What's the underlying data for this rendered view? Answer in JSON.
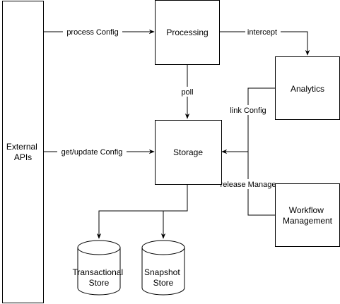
{
  "nodes": {
    "external_apis": [
      "External",
      "APIs"
    ],
    "processing": [
      "Processing"
    ],
    "analytics": [
      "Analytics"
    ],
    "storage": [
      "Storage"
    ],
    "workflow_management": [
      "Workflow",
      "Management"
    ],
    "transactional_store": [
      "Transactional",
      "Store"
    ],
    "snapshot_store": [
      "Snapshot",
      "Store"
    ]
  },
  "edges": {
    "process_config": "process Config",
    "intercept": "intercept",
    "poll": "poll",
    "link_config": "link Config",
    "get_update_config": "get/update Config",
    "release_manage": "release Manage"
  },
  "colors": {
    "stroke": "#000000",
    "fill": "#ffffff"
  }
}
